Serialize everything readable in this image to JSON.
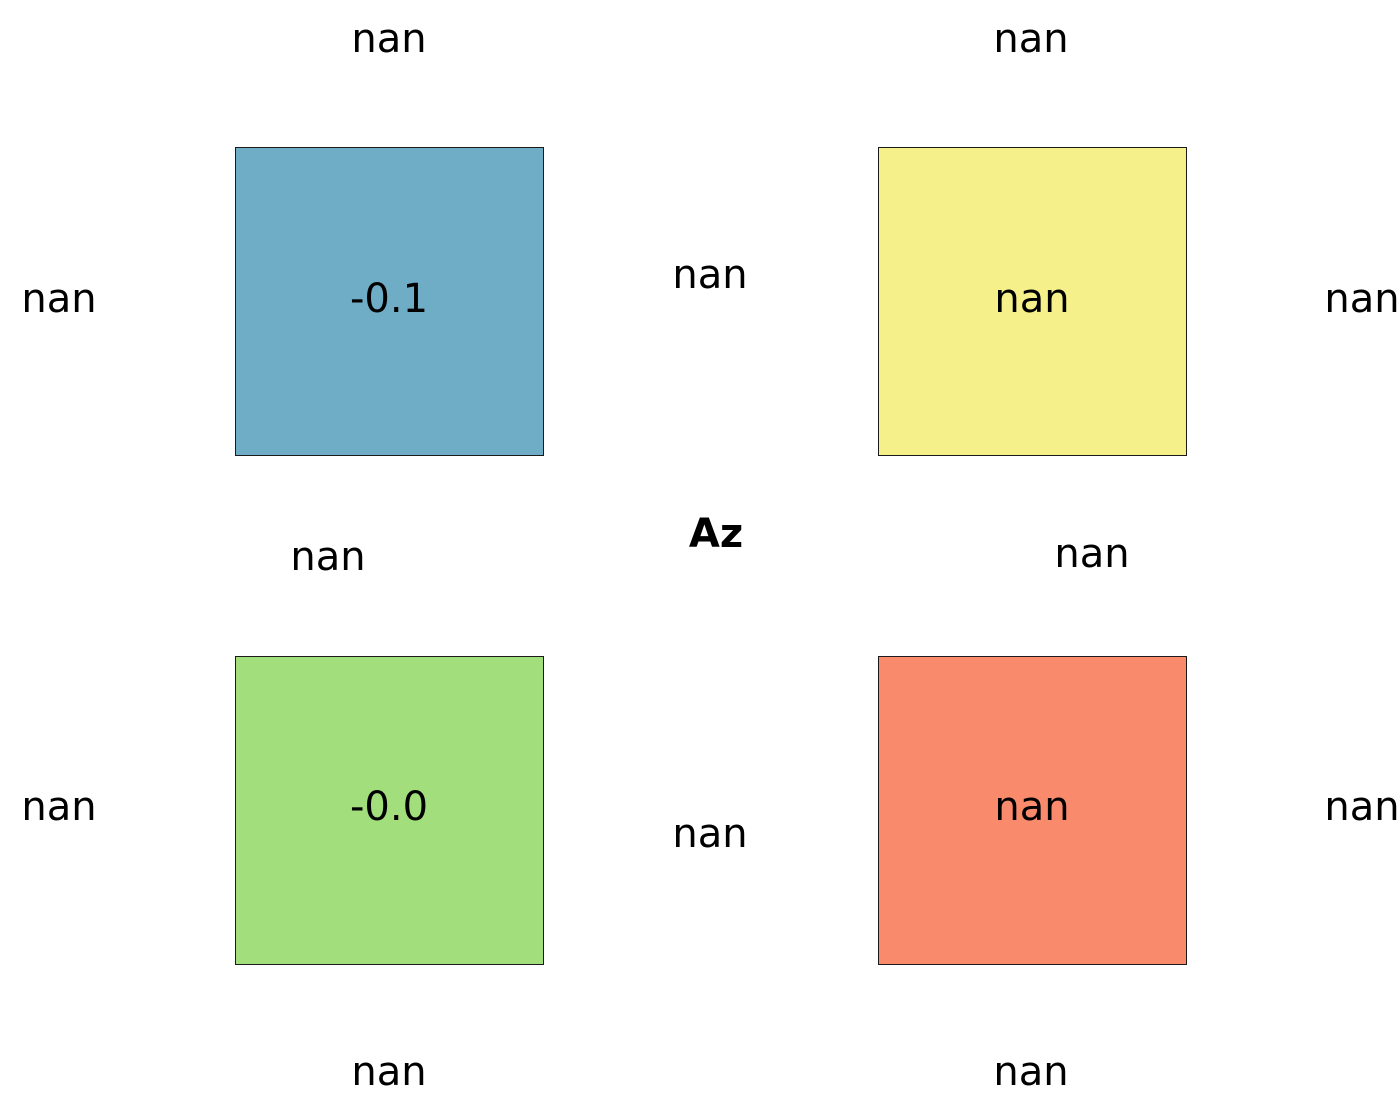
{
  "center_label": "Az",
  "cells": [
    {
      "id": "top-left",
      "value": "-0.1",
      "color": "#6fadc6",
      "top": "nan",
      "bottom": "nan",
      "left": "nan",
      "right": "nan"
    },
    {
      "id": "top-right",
      "value": "nan",
      "color": "#f6f08a",
      "top": "nan",
      "bottom": "nan",
      "left": "nan",
      "right": "nan"
    },
    {
      "id": "bottom-left",
      "value": "-0.0",
      "color": "#a3de7d",
      "top": "nan",
      "bottom": "nan",
      "left": "nan",
      "right": "nan"
    },
    {
      "id": "bottom-right",
      "value": "nan",
      "color": "#f98a6c",
      "top": "nan",
      "bottom": "nan",
      "left": "nan",
      "right": "nan"
    }
  ]
}
